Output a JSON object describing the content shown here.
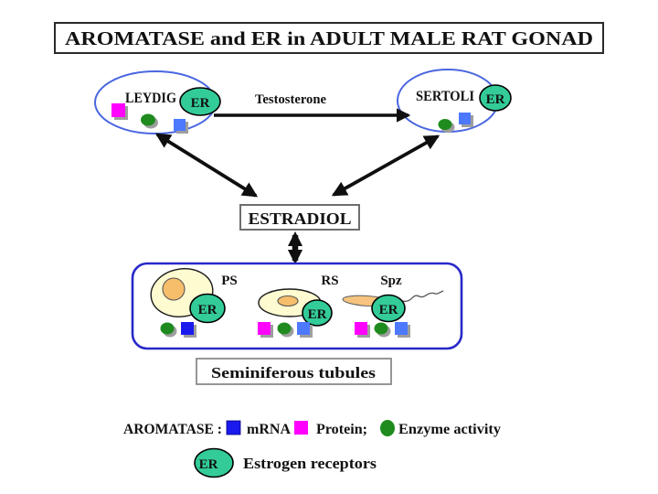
{
  "title": "AROMATASE and ER in ADULT MALE RAT GONAD",
  "er_label": "ER",
  "gonad_cells": {
    "leydig_label": "LEYDIG",
    "sertoli_label": "SERTOLI"
  },
  "hormones": {
    "testosterone_label": "Testosterone",
    "estradiol_label": "ESTRADIOL"
  },
  "tubules": {
    "box_label": "Seminiferous tubules",
    "ps_label": "PS",
    "rs_label": "RS",
    "spz_label": "Spz"
  },
  "legend": {
    "aromatase_label": "AROMATASE :",
    "mrna_label": "mRNA",
    "protein_label": "Protein;",
    "enzyme_label": "Enzyme activity",
    "estrogen_label": "Estrogen receptors"
  },
  "colors": {
    "er_fill": "#33CC99",
    "er_text": "#C00000",
    "membrane_blue": "#4A66E0",
    "tubule_border": "#2828C8",
    "mrna_blue": "#1A1AEE",
    "mrna_blue_light": "#4D79FF",
    "protein_magenta": "#FF00FF",
    "enzyme_green": "#1F8B1F",
    "cell_fill": "#FFFBD0",
    "nucleus_fill": "#F6BE6B",
    "spz_fill": "#F6C47E"
  }
}
